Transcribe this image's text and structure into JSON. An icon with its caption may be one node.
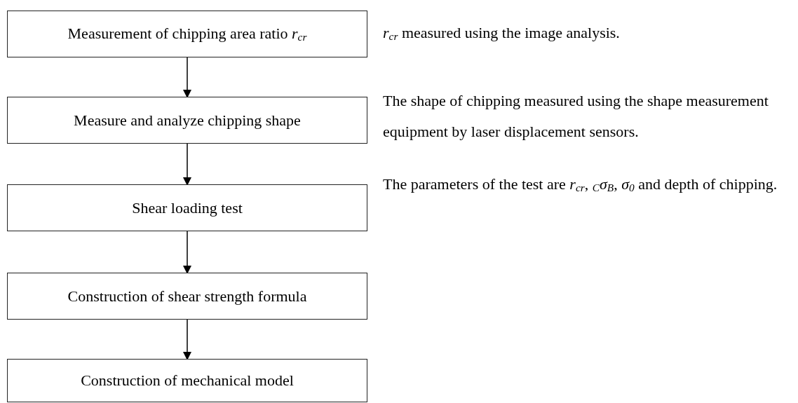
{
  "diagram": {
    "nodes": [
      {
        "text": [
          "Measurement of chipping area ratio *r*$_{cr}$"
        ],
        "beside": [
          "*r*$_{cr}$ measured using the image analysis."
        ]
      },
      {
        "text": [
          "Measure and analyze chipping shape"
        ],
        "beside": [
          "The shape of chipping measured using the shape measurement equipment by laser displacement sensors."
        ]
      },
      {
        "text": [
          "Shear loading test"
        ],
        "beside": [
          "The parameters of the test are *r*$_{cr}$, $_{C}$*σ*$_{B}$, *σ*$_{0}$ and depth of chipping."
        ]
      },
      {
        "text": [
          "Construction of shear strength formula"
        ]
      },
      {
        "text": [
          "Construction of mechanical model"
        ]
      }
    ],
    "edges": [
      {
        "from": 0,
        "to": 1,
        "arrow": "to"
      },
      {
        "from": 1,
        "to": 2,
        "arrow": "to"
      },
      {
        "from": 2,
        "to": 3,
        "arrow": "to"
      },
      {
        "from": 3,
        "to": 4,
        "arrow": "to"
      }
    ]
  }
}
